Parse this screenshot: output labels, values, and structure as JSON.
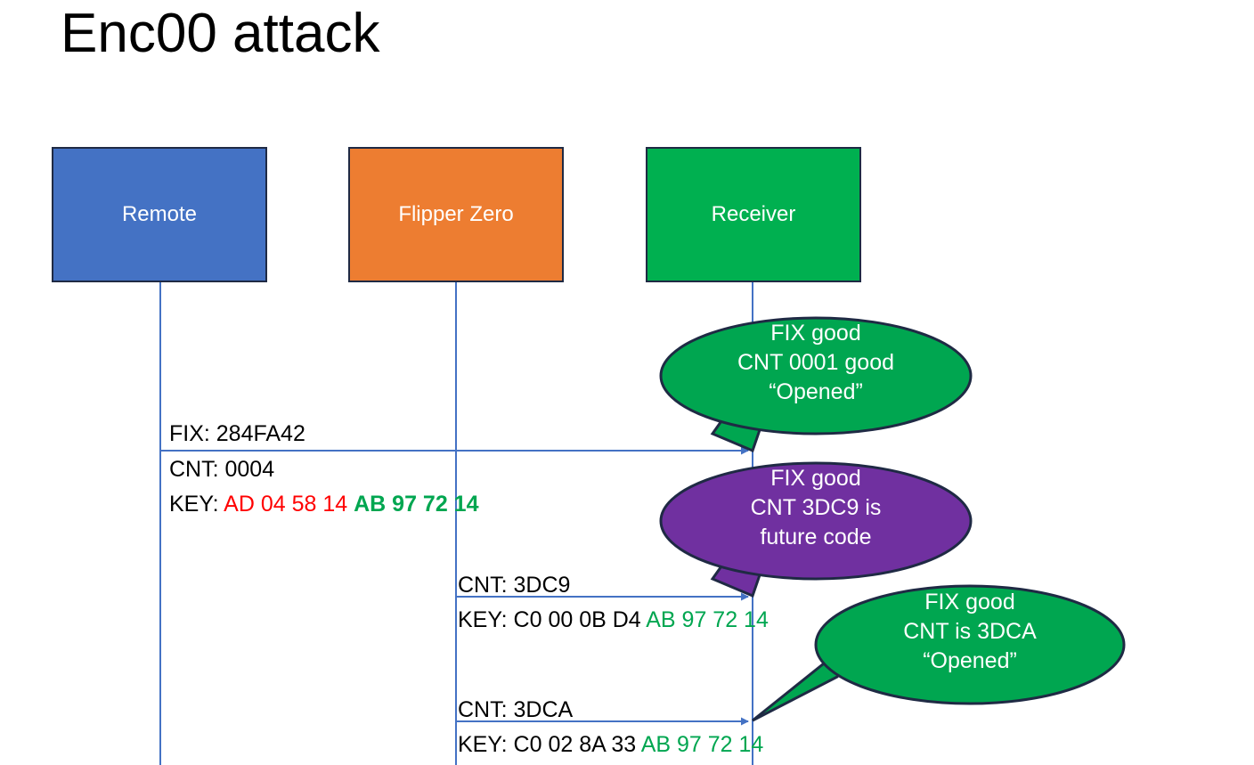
{
  "page": {
    "title": "Enc00 attack",
    "background": "#ffffff"
  },
  "colors": {
    "remote": "#4472C4",
    "flipper": "#ED7D31",
    "receiver": "#00B050",
    "bubble_green": "#00A650",
    "bubble_purple": "#7030A0",
    "key_red": "#FF0000",
    "key_green": "#00A650",
    "line": "#4472C4",
    "outline": "#1f2a44",
    "text": "#000000"
  },
  "actors": [
    {
      "id": "remote",
      "label": "Remote",
      "color": "#4472C4"
    },
    {
      "id": "flipper",
      "label": "Flipper Zero",
      "color": "#ED7D31"
    },
    {
      "id": "receiver",
      "label": "Receiver",
      "color": "#00B050"
    }
  ],
  "messages": [
    {
      "id": "msg-1",
      "from": "remote",
      "to": "receiver",
      "line1": "FIX: 284FA42",
      "line2": "CNT: 0004",
      "key_prefix": "KEY: ",
      "key_red": "AD 04 58 14",
      "key_green": "AB 97 72 14"
    },
    {
      "id": "msg-2",
      "from": "flipper",
      "to": "receiver",
      "line1": "CNT: 3DC9",
      "key_prefix": "KEY: C0 00 0B D4 ",
      "key_green": "AB 97 72 14"
    },
    {
      "id": "msg-3",
      "from": "flipper",
      "to": "receiver",
      "line1": "CNT: 3DCA",
      "key_prefix": "KEY: C0 02 8A 33 ",
      "key_green": "AB 97 72 14"
    }
  ],
  "callouts": [
    {
      "id": "callout-1",
      "color": "#00A650",
      "lines": [
        "FIX good",
        "CNT 0001 good",
        "“Opened”"
      ]
    },
    {
      "id": "callout-2",
      "color": "#7030A0",
      "lines": [
        "FIX good",
        "CNT 3DC9 is",
        "future code"
      ]
    },
    {
      "id": "callout-3",
      "color": "#00A650",
      "lines": [
        "FIX good",
        "CNT is 3DCA",
        "“Opened”"
      ]
    }
  ]
}
